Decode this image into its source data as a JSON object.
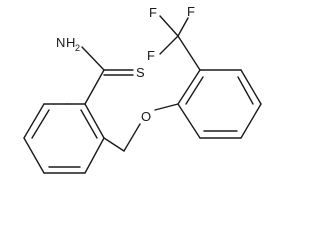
{
  "molecule": {
    "labels": {
      "amine_n": "N",
      "amine_h": "H",
      "amine_sub": "2",
      "sulfur": "S",
      "oxygen": "O",
      "fluorine_1": "F",
      "fluorine_2": "F",
      "fluorine_3": "F"
    }
  }
}
